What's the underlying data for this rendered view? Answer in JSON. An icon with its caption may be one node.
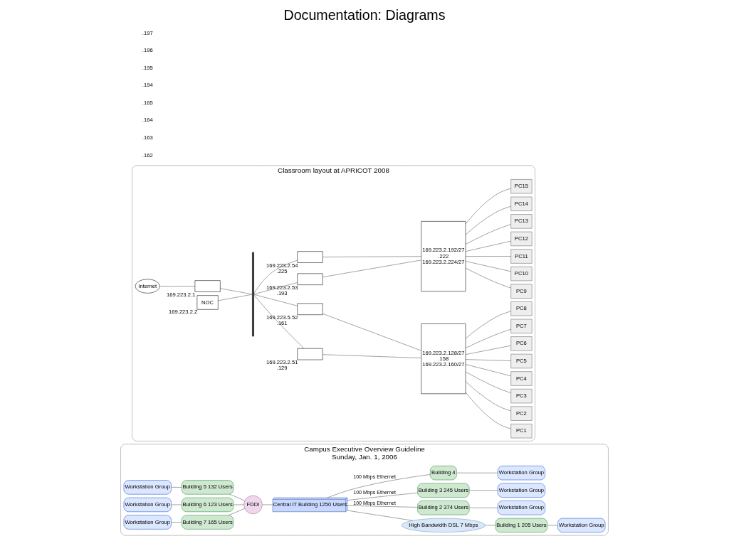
{
  "diagram": {
    "title": "Documentation: Diagrams",
    "nodes": [
      {
        "text": [
          "Campus Executive Overview Guideline",
          "Sunday, Jan. 1, 2006"
        ]
      },
      {
        "text": [
          "Workstation Group"
        ],
        "in": 0
      },
      {
        "text": [
          "Building 5 132 Users"
        ],
        "in": 0
      },
      {
        "text": [
          "Workstation Group"
        ],
        "in": 0
      },
      {
        "text": [
          "Building 6 123 Users"
        ],
        "in": 0
      },
      {
        "text": [
          "Workstation Group"
        ],
        "in": 0
      },
      {
        "text": [
          "Building 7 165 Users"
        ],
        "in": 0
      },
      {
        "text": [
          "FDDI"
        ],
        "in": 0
      },
      {
        "text": [
          "Central IT Building 1250 Users"
        ],
        "in": 0
      },
      {
        "text": [
          "High Bandwidth DSL 7 Mbps"
        ],
        "in": 0
      },
      {
        "text": [
          "Building 1 205 Users"
        ],
        "in": 0
      },
      {
        "text": [
          "Building 2 374 Users"
        ],
        "in": 0
      },
      {
        "text": [
          "Building 3 245 Users"
        ],
        "in": 0
      },
      {
        "text": [
          "Building 4"
        ],
        "in": 0
      },
      {
        "text": [
          "Workstation Group"
        ],
        "in": 0
      },
      {
        "text": [
          "Workstation Group"
        ],
        "in": 0
      },
      {
        "text": [
          "Workstation Group"
        ],
        "in": 0
      },
      {
        "text": [
          "Workstation Group"
        ],
        "in": 0
      },
      {
        "text": [
          "Classroom layout at APRICOT 2008"
        ]
      },
      {
        "text": [
          "Internet"
        ],
        "in": 18
      },
      {
        "text": [],
        "shape": "box",
        "in": 18,
        "beside": [
          "169.223.2.1"
        ]
      },
      {
        "text": [
          "NOC"
        ],
        "in": 18,
        "beside": [
          "169.223.2.2"
        ]
      },
      {
        "text": [],
        "shape": "bar",
        "in": 18
      },
      {
        "text": [],
        "shape": "box",
        "in": 18,
        "beside": [
          "169.223.2.51",
          ".129"
        ]
      },
      {
        "text": [],
        "shape": "box",
        "in": 18,
        "beside": [
          "169.223.5.52",
          ".161"
        ]
      },
      {
        "text": [],
        "shape": "box",
        "in": 18,
        "beside": [
          "169.223.2.53",
          ".193"
        ]
      },
      {
        "text": [],
        "shape": "box",
        "in": 18,
        "beside": [
          "169.223.2.54",
          ".225"
        ]
      },
      {
        "text": [
          "169.223.2.128/27",
          ".158",
          "169.223.2.160/27"
        ],
        "in": 18
      },
      {
        "text": [
          "169.223.2.192/27",
          ".222",
          "169.223.2.224/27"
        ],
        "in": 18
      },
      {
        "text": [
          "PC1"
        ],
        "in": 18
      },
      {
        "text": [
          "PC2"
        ],
        "in": 18
      },
      {
        "text": [
          "PC3"
        ],
        "in": 18
      },
      {
        "text": [
          "PC4"
        ],
        "in": 18
      },
      {
        "text": [
          "PC5"
        ],
        "in": 18
      },
      {
        "text": [
          "PC6"
        ],
        "in": 18
      },
      {
        "text": [
          "PC7"
        ],
        "in": 18
      },
      {
        "text": [
          "PC8"
        ],
        "in": 18
      },
      {
        "text": [
          "PC9"
        ],
        "in": 18
      },
      {
        "text": [
          "PC10"
        ],
        "in": 18
      },
      {
        "text": [
          "PC11"
        ],
        "in": 18
      },
      {
        "text": [
          "PC12"
        ],
        "in": 18
      },
      {
        "text": [
          "PC13"
        ],
        "in": 18
      },
      {
        "text": [
          "PC14"
        ],
        "in": 18
      },
      {
        "text": [
          "PC15"
        ],
        "in": 18
      }
    ],
    "edges": [
      {
        "from": 1,
        "to": 2,
        "arrow": "none"
      },
      {
        "from": 3,
        "to": 4,
        "arrow": "none"
      },
      {
        "from": 5,
        "to": 6,
        "arrow": "none"
      },
      {
        "from": 2,
        "to": 7,
        "arrow": "none"
      },
      {
        "from": 4,
        "to": 7,
        "arrow": "none"
      },
      {
        "from": 6,
        "to": 7,
        "arrow": "none"
      },
      {
        "from": 7,
        "to": 8,
        "arrow": "none"
      },
      {
        "from": 8,
        "to": 9,
        "arrow": "none"
      },
      {
        "from": 9,
        "to": 10,
        "arrow": "none"
      },
      {
        "from": 8,
        "to": 11,
        "arrow": "none",
        "label": "100 Mbps Ethernet"
      },
      {
        "from": 8,
        "to": 12,
        "arrow": "none",
        "label": "100 Mbps Ethernet"
      },
      {
        "from": 8,
        "to": 13,
        "arrow": "none",
        "label": "100 Mbps Ethernet"
      },
      {
        "from": 10,
        "to": 14,
        "arrow": "none"
      },
      {
        "from": 11,
        "to": 15,
        "arrow": "none"
      },
      {
        "from": 12,
        "to": 16,
        "arrow": "none"
      },
      {
        "from": 13,
        "to": 17,
        "arrow": "none"
      },
      {
        "from": 19,
        "to": 20,
        "arrow": "none"
      },
      {
        "from": 20,
        "to": 22,
        "arrow": "none"
      },
      {
        "from": 21,
        "to": 22,
        "arrow": "none"
      },
      {
        "from": 22,
        "to": 23,
        "arrow": "none"
      },
      {
        "from": 22,
        "to": 24,
        "arrow": "none"
      },
      {
        "from": 22,
        "to": 25,
        "arrow": "none"
      },
      {
        "from": 22,
        "to": 26,
        "arrow": "none"
      },
      {
        "from": 23,
        "to": 27,
        "arrow": "none"
      },
      {
        "from": 24,
        "to": 27,
        "arrow": "none"
      },
      {
        "from": 25,
        "to": 28,
        "arrow": "none"
      },
      {
        "from": 26,
        "to": 28,
        "arrow": "none"
      },
      {
        "from": 27,
        "to": 29,
        "arrow": "none"
      },
      {
        "from": 27,
        "to": 30,
        "arrow": "none"
      },
      {
        "from": 27,
        "to": 31,
        "arrow": "none"
      },
      {
        "from": 27,
        "to": 32,
        "arrow": "none"
      },
      {
        "from": 27,
        "to": 33,
        "arrow": "none"
      },
      {
        "from": 27,
        "to": 34,
        "arrow": "none"
      },
      {
        "from": 27,
        "to": 35,
        "arrow": "none"
      },
      {
        "from": 27,
        "to": 36,
        "arrow": "none"
      },
      {
        "from": 28,
        "to": 37,
        "arrow": "none"
      },
      {
        "from": 28,
        "to": 38,
        "arrow": "none"
      },
      {
        "from": 28,
        "to": 39,
        "arrow": "none"
      },
      {
        "from": 28,
        "to": 40,
        "arrow": "none"
      },
      {
        "from": 28,
        "to": 41,
        "arrow": "none"
      },
      {
        "from": 28,
        "to": 42,
        "arrow": "none"
      },
      {
        "from": 28,
        "to": 43,
        "arrow": "none"
      }
    ],
    "labels": [
      ".162",
      ".163",
      ".164",
      ".165",
      ".194",
      ".195",
      ".196",
      ".197"
    ]
  }
}
